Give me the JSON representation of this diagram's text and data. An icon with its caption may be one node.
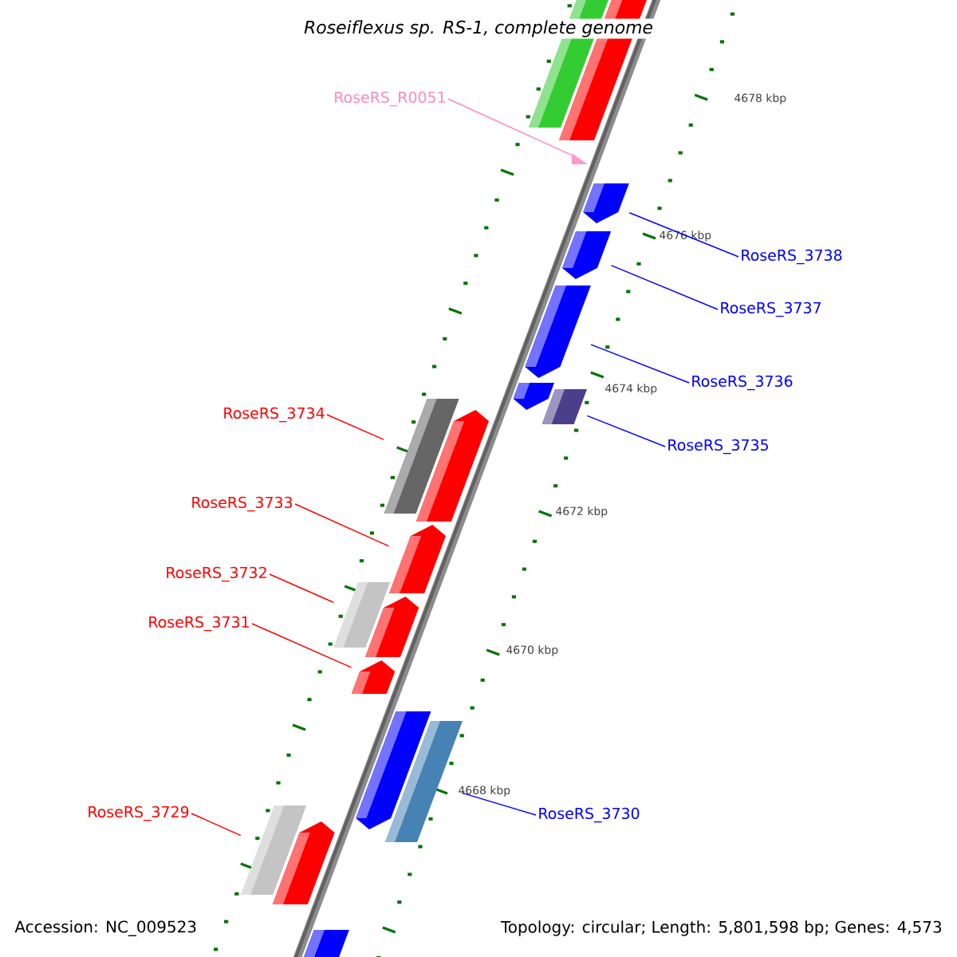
{
  "diagram": {
    "title": "Roseiflexus sp. RS-1, complete genome",
    "nodes": [
      {
        "text": [
          "RoseRS_R0051"
        ]
      },
      {
        "text": [
          "RoseRS_3738"
        ]
      },
      {
        "text": [
          "RoseRS_3737"
        ]
      },
      {
        "text": [
          "RoseRS_3736"
        ]
      },
      {
        "text": [
          "RoseRS_3734"
        ]
      },
      {
        "text": [
          "RoseRS_3735"
        ]
      },
      {
        "text": [
          "RoseRS_3733"
        ]
      },
      {
        "text": [
          "RoseRS_3732"
        ]
      },
      {
        "text": [
          "RoseRS_3731"
        ]
      },
      {
        "text": [
          "RoseRS_3729"
        ]
      },
      {
        "text": [
          "RoseRS_3730"
        ]
      },
      {
        "text": [],
        "shape": "box"
      },
      {
        "text": [],
        "shape": "box"
      },
      {
        "text": [],
        "shape": "triangle"
      },
      {
        "text": [],
        "shape": "box"
      },
      {
        "text": [],
        "shape": "box"
      },
      {
        "text": [],
        "shape": "box"
      },
      {
        "text": [],
        "shape": "box"
      },
      {
        "text": [],
        "shape": "box"
      },
      {
        "text": [],
        "shape": "box"
      },
      {
        "text": [],
        "shape": "box"
      },
      {
        "text": [],
        "shape": "box"
      },
      {
        "text": [],
        "shape": "box"
      },
      {
        "text": [],
        "shape": "box"
      },
      {
        "text": [],
        "shape": "box"
      },
      {
        "text": [],
        "shape": "box"
      },
      {
        "text": [],
        "shape": "box"
      },
      {
        "text": [],
        "shape": "box"
      },
      {
        "text": [],
        "shape": "box"
      },
      {
        "text": [],
        "shape": "box"
      }
    ],
    "edges": [
      {
        "from": 0,
        "to": 13,
        "arrow": "none",
        "color": "#ff88c0"
      },
      {
        "from": 1,
        "to": 14,
        "arrow": "none",
        "color": "#0000ff"
      },
      {
        "from": 2,
        "to": 15,
        "arrow": "none",
        "color": "#0000ff"
      },
      {
        "from": 3,
        "to": 16,
        "arrow": "none",
        "color": "#0000ff"
      },
      {
        "from": 4,
        "to": 19,
        "arrow": "none",
        "color": "#ff0000"
      },
      {
        "from": 5,
        "to": 18,
        "arrow": "none",
        "color": "#0000ff"
      },
      {
        "from": 6,
        "to": 21,
        "arrow": "none",
        "color": "#ff0000"
      },
      {
        "from": 7,
        "to": 22,
        "arrow": "none",
        "color": "#ff0000"
      },
      {
        "from": 8,
        "to": 24,
        "arrow": "none",
        "color": "#ff0000"
      },
      {
        "from": 9,
        "to": 27,
        "arrow": "none",
        "color": "#ff0000"
      },
      {
        "from": 10,
        "to": 26,
        "arrow": "none",
        "color": "#0000ff"
      }
    ],
    "labels": [
      "4678 kbp",
      "4676 kbp",
      "4674 kbp",
      "4672 kbp",
      "4670 kbp",
      "4668 kbp",
      "Accession: NC_009523",
      "Topology: circular; Length: 5,801,598 bp; Genes: 4,573"
    ]
  }
}
